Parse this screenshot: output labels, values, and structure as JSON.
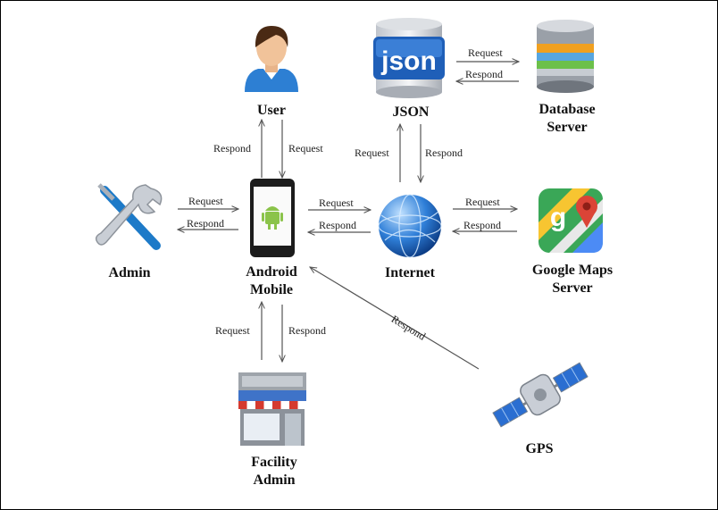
{
  "nodes": {
    "user": "User",
    "json": "JSON",
    "json_logo_text": "json",
    "database": "Database\nServer",
    "admin": "Admin",
    "android": "Android\nMobile",
    "internet": "Internet",
    "google": "Google Maps\nServer",
    "facility": "Facility\nAdmin",
    "gps": "GPS"
  },
  "edges": {
    "user_respond": "Respond",
    "user_request": "Request",
    "json_request": "Request",
    "json_respond": "Respond",
    "db_request": "Request",
    "db_respond": "Respond",
    "admin_request": "Request",
    "admin_respond": "Respond",
    "internet_request": "Request",
    "internet_respond": "Respond",
    "google_request": "Request",
    "google_respond": "Respond",
    "facility_request": "Request",
    "facility_respond": "Respond",
    "gps_respond": "Respond"
  },
  "colors": {
    "arrow": "#555555",
    "json_blue": "#1f5fb8",
    "label": "#111111"
  }
}
